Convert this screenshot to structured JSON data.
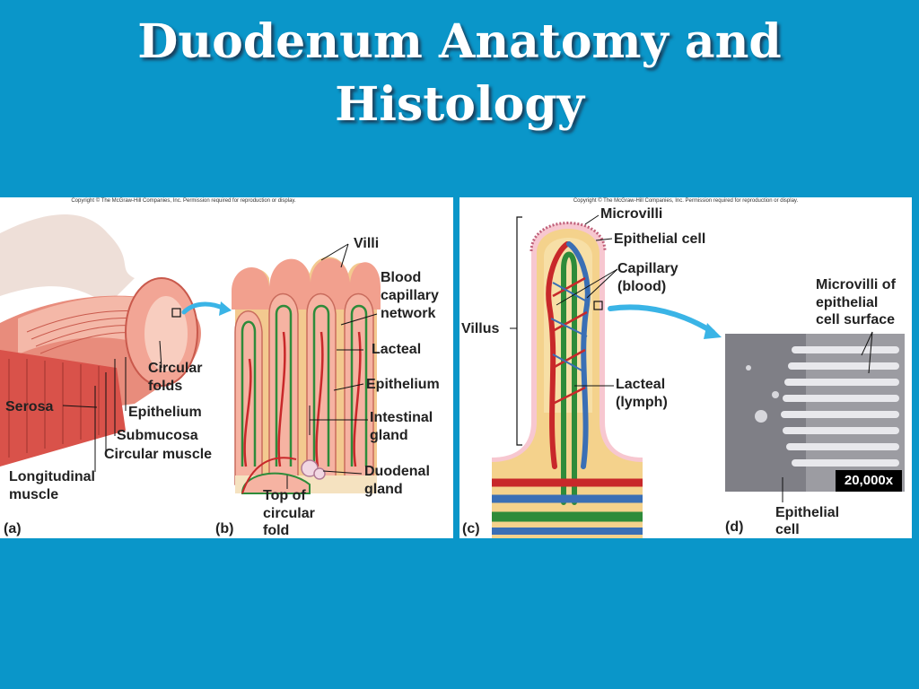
{
  "slide": {
    "title_line1": "Duodenum Anatomy and",
    "title_line2": "Histology"
  },
  "figure": {
    "copyright": "Copyright © The McGraw-Hill Companies, Inc. Permission required for reproduction or display.",
    "panel_ab": {
      "labels": {
        "villi": "Villi",
        "blood_capillary_1": "Blood",
        "blood_capillary_2": "capillary",
        "blood_capillary_3": "network",
        "lacteal": "Lacteal",
        "epithelium_b": "Epithelium",
        "intestinal_gland_1": "Intestinal",
        "intestinal_gland_2": "gland",
        "duodenal_gland_1": "Duodenal",
        "duodenal_gland_2": "gland",
        "top_fold_1": "Top of",
        "top_fold_2": "circular",
        "top_fold_3": "fold",
        "circular_folds_1": "Circular",
        "circular_folds_2": "folds",
        "serosa": "Serosa",
        "epithelium_a": "Epithelium",
        "submucosa": "Submucosa",
        "circular_muscle": "Circular muscle",
        "longitudinal_1": "Longitudinal",
        "longitudinal_2": "muscle",
        "tag_a": "(a)",
        "tag_b": "(b)"
      }
    },
    "panel_cd": {
      "labels": {
        "microvilli": "Microvilli",
        "epithelial_cell": "Epithelial cell",
        "capillary_1": "Capillary",
        "capillary_2": "(blood)",
        "villus": "Villus",
        "lacteal_1": "Lacteal",
        "lacteal_2": "(lymph)",
        "mv_surface_1": "Microvilli of",
        "mv_surface_2": "epithelial",
        "mv_surface_3": "cell surface",
        "epithelial_cell_d_1": "Epithelial",
        "epithelial_cell_d_2": "cell",
        "magnification": "20,000x",
        "tag_c": "(c)",
        "tag_d": "(d)"
      }
    }
  },
  "colors": {
    "background": "#0a96c9",
    "title": "#ffffff",
    "blood_vessel": "#c8282a",
    "lymph_vessel": "#2e8b3a",
    "vein": "#3a6fb5",
    "arrow": "#3ab4e6"
  }
}
